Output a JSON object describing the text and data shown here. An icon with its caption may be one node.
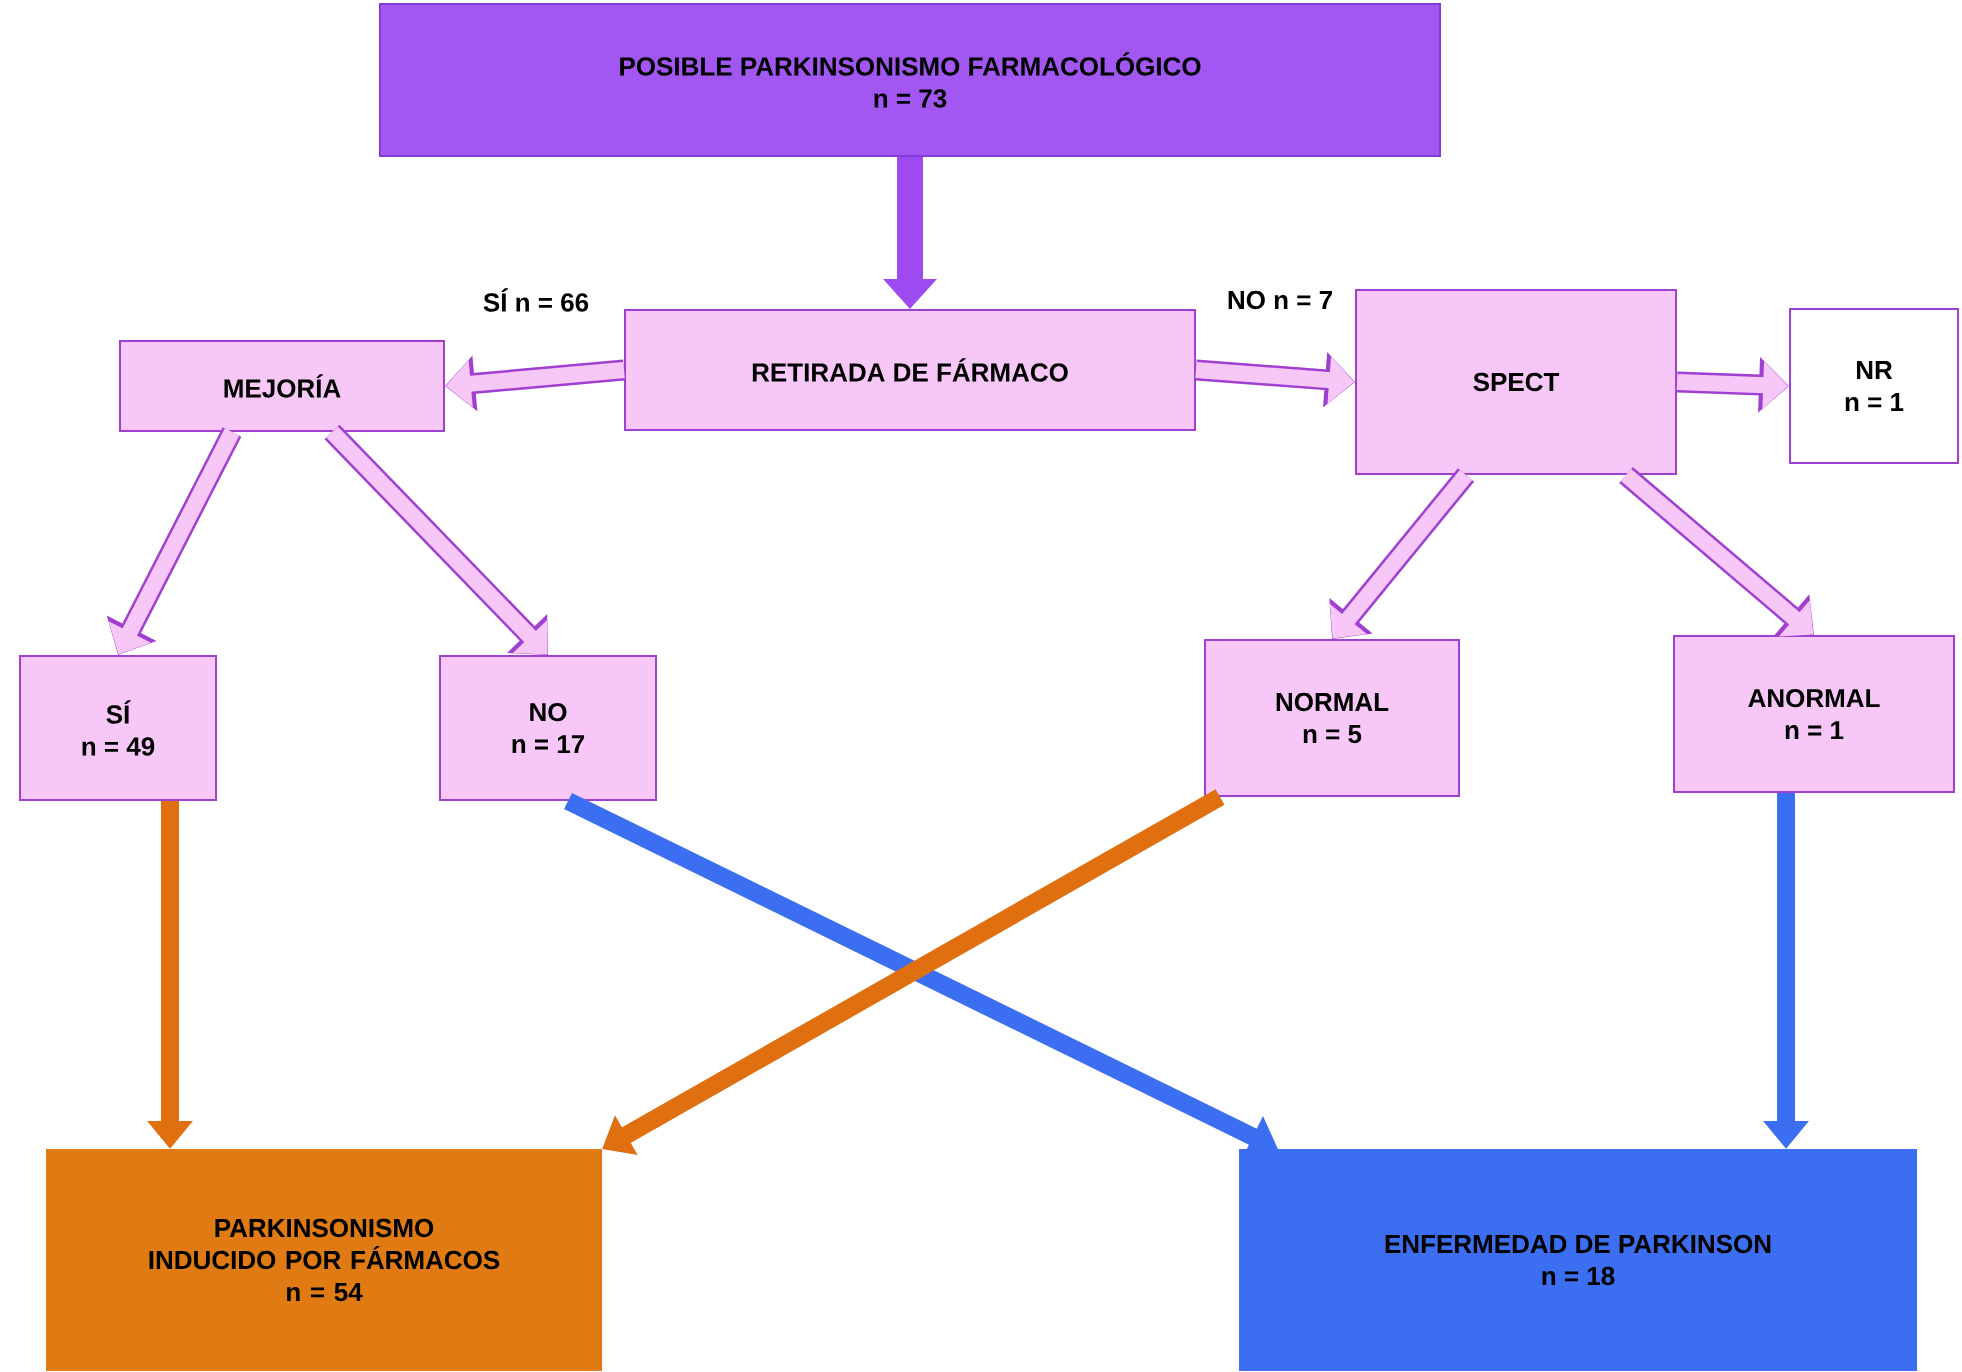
{
  "diagram": {
    "nodes": [
      {
        "text": [
          "POSIBLE PARKINSONISMO FARMACOLÓGICO",
          "n = 73"
        ]
      },
      {
        "text": [
          "RETIRADA DE FÁRMACO"
        ]
      },
      {
        "text": [
          "MEJORÍA"
        ]
      },
      {
        "text": [
          "SPECT"
        ]
      },
      {
        "text": [
          "NR",
          "n = 1"
        ]
      },
      {
        "text": [
          "SÍ",
          "n = 49"
        ]
      },
      {
        "text": [
          "NO",
          "n = 17"
        ]
      },
      {
        "text": [
          "NORMAL",
          "n = 5"
        ]
      },
      {
        "text": [
          "ANORMAL",
          "n = 1"
        ]
      },
      {
        "text": [
          "PARKINSONISMO INDUCIDO POR FÁRMACOS",
          "n = 54"
        ]
      },
      {
        "text": [
          "ENFERMEDAD DE PARKINSON",
          "n = 18"
        ]
      }
    ],
    "edges": [
      {
        "from": 0,
        "to": 1,
        "arrow": "to",
        "color": "#9d4af0"
      },
      {
        "from": 1,
        "to": 2,
        "arrow": "to",
        "label": "SÍ n = 66"
      },
      {
        "from": 1,
        "to": 3,
        "arrow": "to",
        "label": "NO n = 7"
      },
      {
        "from": 3,
        "to": 4,
        "arrow": "to"
      },
      {
        "from": 2,
        "to": 5,
        "arrow": "to"
      },
      {
        "from": 2,
        "to": 6,
        "arrow": "to"
      },
      {
        "from": 3,
        "to": 7,
        "arrow": "to"
      },
      {
        "from": 3,
        "to": 8,
        "arrow": "to"
      },
      {
        "from": 5,
        "to": 9,
        "arrow": "to",
        "color": "#e0700f"
      },
      {
        "from": 6,
        "to": 10,
        "arrow": "to",
        "color": "#3b6ef0"
      },
      {
        "from": 7,
        "to": 9,
        "arrow": "to",
        "color": "#e0700f"
      },
      {
        "from": 8,
        "to": 10,
        "arrow": "to",
        "color": "#3b6ef0"
      }
    ]
  }
}
